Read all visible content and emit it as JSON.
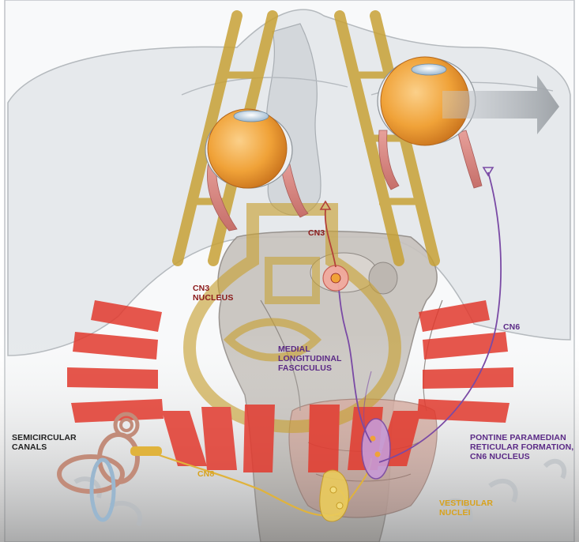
{
  "labels": {
    "cn3": "CN3",
    "cn3_nucleus": [
      "CN3",
      "NUCLEUS"
    ],
    "mlf": [
      "MEDIAL",
      "LONGITUDINAL",
      "FASCICULUS"
    ],
    "cn6": "CN6",
    "ppr": [
      "PONTINE PARAMEDIAN",
      "RETICULAR FORMATION,",
      "CN6 NUCLEUS"
    ],
    "semicircular": [
      "SEMICIRCULAR",
      "CANALS"
    ],
    "cn8": "CN8",
    "vestibular": [
      "VESTIBULAR",
      "NUCLEI"
    ]
  },
  "colors": {
    "red_label": "#8b1a1a",
    "purple_label": "#5b2a86",
    "yellow_label": "#d8a21c",
    "cn3_path": "#b3403a",
    "cn6_path": "#7a4aa5",
    "cn8_path": "#e0b33c",
    "watermark_red": "#e23a2e",
    "watermark_gold": "#c8a236",
    "eyeball": "#f0a238",
    "muscle": "#d98a8a"
  },
  "icons": {
    "direction_arrow": "right-arrow-icon",
    "watermark": "university-seal-watermark"
  }
}
